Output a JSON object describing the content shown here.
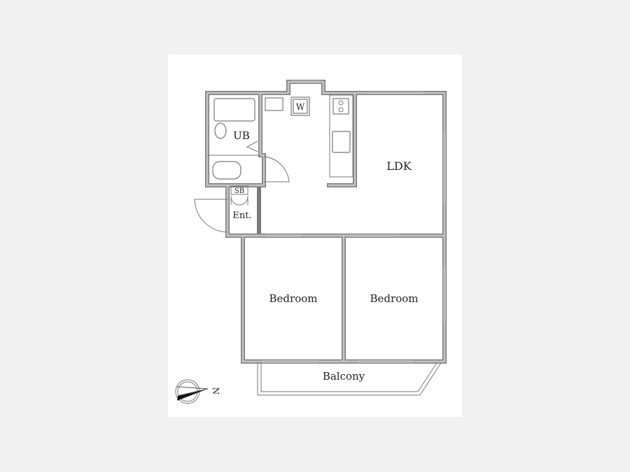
{
  "floor_plan": {
    "rooms": {
      "ub": "UB",
      "ldk": "LDK",
      "sb": "SB",
      "entrance": "Ent.",
      "bedroom_1": "Bedroom",
      "bedroom_2": "Bedroom",
      "balcony": "Balcony"
    },
    "washer_mark": "W",
    "compass_north": "N"
  }
}
